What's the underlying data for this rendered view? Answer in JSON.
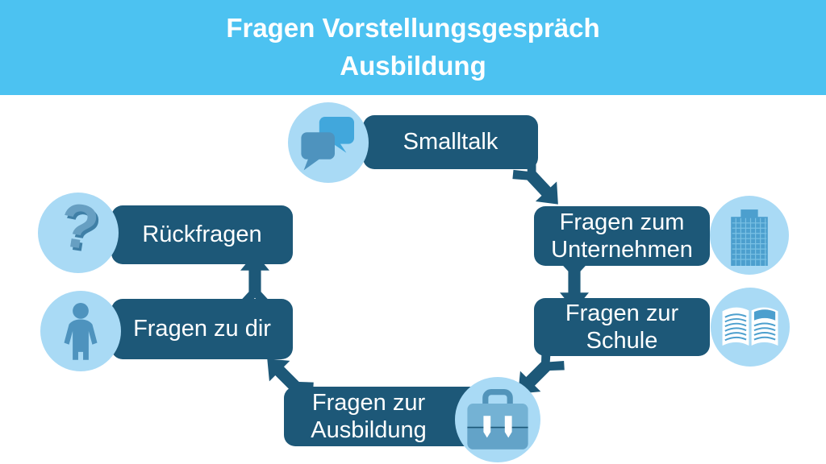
{
  "header": {
    "title_line1": "Fragen Vorstellungsgespräch",
    "title_line2": "Ausbildung"
  },
  "nodes": {
    "smalltalk": {
      "line1": "Smalltalk",
      "line2": "",
      "icon": "speech-bubbles-icon"
    },
    "unternehmen": {
      "line1": "Fragen zum",
      "line2": "Unternehmen",
      "icon": "building-icon"
    },
    "schule": {
      "line1": "Fragen zur",
      "line2": "Schule",
      "icon": "open-book-icon"
    },
    "ausbildung": {
      "line1": "Fragen zur",
      "line2": "Ausbildung",
      "icon": "briefcase-icon"
    },
    "dir": {
      "line1": "Fragen zu dir",
      "line2": "",
      "icon": "person-icon"
    },
    "rueckfragen": {
      "line1": "Rückfragen",
      "line2": "",
      "icon": "question-mark-icon"
    }
  },
  "icons": {
    "question_glyph": "?"
  },
  "flow": [
    {
      "from": "Smalltalk",
      "to": "Fragen zum Unternehmen"
    },
    {
      "from": "Fragen zum Unternehmen",
      "to": "Fragen zur Schule"
    },
    {
      "from": "Fragen zur Schule",
      "to": "Fragen zur Ausbildung"
    },
    {
      "from": "Fragen zur Ausbildung",
      "to": "Fragen zu dir"
    },
    {
      "from": "Fragen zu dir",
      "to": "Rückfragen"
    }
  ],
  "colors": {
    "banner_bg": "#4cc2f1",
    "node_bg": "#1d5878",
    "node_text": "#ffffff",
    "circle_bg": "#a9daf5",
    "arrow": "#1d5878",
    "icon_primary": "#4e93be",
    "icon_bright": "#41a7dc",
    "icon_building": "#4c9fce",
    "icon_white": "#ffffff"
  }
}
